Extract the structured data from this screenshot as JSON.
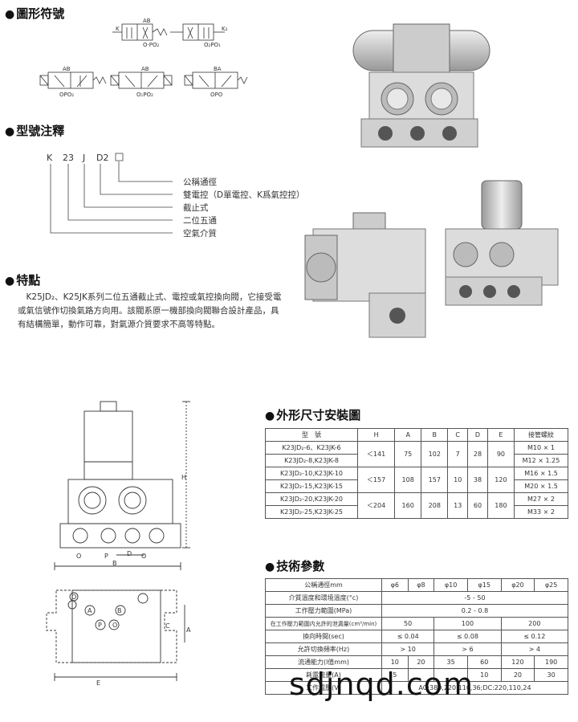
{
  "sections": {
    "symbols": "圖形符號",
    "model": "型號注釋",
    "features": "特點",
    "dimensions": "外形尺寸安裝圖",
    "tech": "技術參數"
  },
  "symbol_labels": {
    "s1_top": "AB",
    "s1_bottom": "O·PO₂",
    "s1_left": "K",
    "s2_bottom": "O₂PO₁",
    "s2_right": "K₂",
    "s3_top": "AB",
    "s3_bottom": "OPO₂",
    "s4_top": "AB",
    "s4_bottom": "O₁PO₂",
    "s5_top": "BA",
    "s5_bottom": "OPO"
  },
  "model_code": {
    "k": "K",
    "n23": "23",
    "j": "J",
    "d2": "D2"
  },
  "model_legend": [
    "公稱通徑",
    "雙電控（D單電控、K爲氣控控）",
    "截止式",
    "二位五通",
    "空氣介質"
  ],
  "features_text": "K25JD₂、K25JK系列二位五通截止式、電控或氣控換向閥，它接受電或氣信號作切換氣路方向用。該閥系原一機部換向閥聯合設計產品，具有結構簡單，動作可靠，對氣源介質要求不高等特點。",
  "drawing_labels": {
    "H": "H",
    "B": "B",
    "D": "D",
    "O1": "O",
    "P": "P",
    "O2": "O",
    "A": "A",
    "Bport": "B",
    "C": "C",
    "E": "E",
    "Aright": "A",
    "pO": "O",
    "pA": "A",
    "pB": "B",
    "pP": "P",
    "pO2": "O"
  },
  "dim_table": {
    "headers": [
      "型　號",
      "H",
      "A",
      "B",
      "C",
      "D",
      "E",
      "接管螺紋"
    ],
    "groups": [
      {
        "models": [
          "K23JD₂-6、K23JK-6",
          "K23JD₂-8,K23JK-8"
        ],
        "H": "＜141",
        "A": "75",
        "B": "102",
        "C": "7",
        "D": "28",
        "E": "90",
        "threads": [
          "M10 × 1",
          "M12 × 1.25"
        ]
      },
      {
        "models": [
          "K23JD₂-10,K23JK-10",
          "K23JD₂-15,K23JK-15"
        ],
        "H": "＜157",
        "A": "108",
        "B": "157",
        "C": "10",
        "D": "38",
        "E": "120",
        "threads": [
          "M16 × 1.5",
          "M20 × 1.5"
        ]
      },
      {
        "models": [
          "K23JD₂-20,K23JK-20",
          "K23JD₂-25,K23JK-25"
        ],
        "H": "＜204",
        "A": "160",
        "B": "208",
        "C": "13",
        "D": "60",
        "E": "180",
        "threads": [
          "M27 × 2",
          "M33 × 2"
        ]
      }
    ]
  },
  "tech_table": {
    "r1_label": "公稱通徑mm",
    "r1_vals": [
      "φ6",
      "φ8",
      "φ10",
      "φ15",
      "φ20",
      "φ25"
    ],
    "r2_label": "介質溫度和環境溫度(°c)",
    "r2_val": "-5 - 50",
    "r3_label": "工作壓力範圍(MPa)",
    "r3_val": "0.2 - 0.8",
    "r4_label": "在工作壓力範圍内允許的泄漏量(cm³/min)",
    "r4_vals": [
      "50",
      "100",
      "200"
    ],
    "r5_label": "換向時間(sec)",
    "r5_vals": [
      "≤ 0.04",
      "≤ 0.08",
      "≤ 0.12"
    ],
    "r6_label": "允許切換頻率(Hz)",
    "r6_vals": [
      "> 10",
      "> 6",
      "> 4"
    ],
    "r7_label": "流通能力(l值mm)",
    "r7_vals": [
      "10",
      "20",
      "35",
      "60",
      "120",
      "190"
    ],
    "r8_label": "耗電流量(A)",
    "r8_vals": [
      "5",
      "",
      "",
      "10",
      "20",
      "30"
    ],
    "r9_label": "工作電壓(V)",
    "r9_val": "AC:380,220,110,36;DC:220,110,24"
  },
  "watermark": "sdjnqd.com"
}
